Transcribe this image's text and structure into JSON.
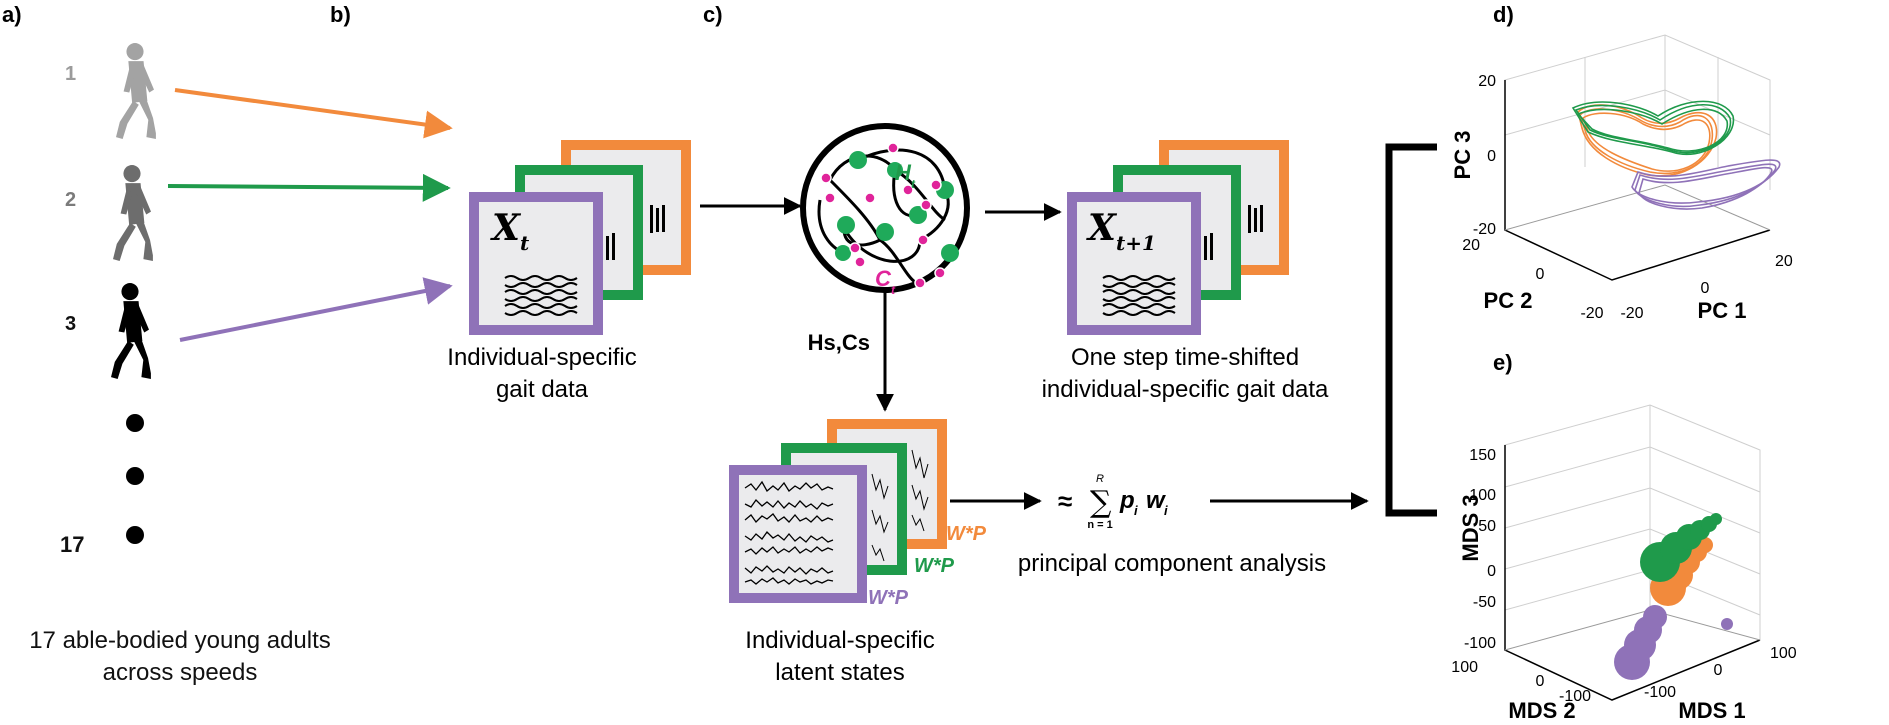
{
  "panels": {
    "a": "a)",
    "b": "b)",
    "c": "c)",
    "d": "d)",
    "e": "e)"
  },
  "subjects": {
    "labels": [
      "1",
      "2",
      "3"
    ],
    "last_label": "17",
    "caption_line1": "17 able-bodied young adults",
    "caption_line2": "across speeds"
  },
  "gait": {
    "caption_line1": "Individual-specific",
    "caption_line2": "gait data",
    "symbol_x": "X",
    "symbol_x_sub": "t"
  },
  "network": {
    "h_label": "H",
    "h_sub": "t",
    "c_label": "C",
    "c_sub": "t",
    "hs_cs": "Hs,Cs"
  },
  "shifted": {
    "caption_line1": "One step time-shifted",
    "caption_line2": "individual-specific gait data",
    "symbol_x": "X",
    "symbol_x_sub": "t+1"
  },
  "latent": {
    "caption_line1": "Individual-specific",
    "caption_line2": "latent states",
    "wp_labels": [
      "W*P",
      "W*P",
      "W*P"
    ]
  },
  "pca": {
    "approx": "≈",
    "sum": "∑",
    "sum_top": "R",
    "sum_bottom": "n = 1",
    "p": "p",
    "p_sub": "i",
    "w": "w",
    "w_sub": "i",
    "caption": "principal component analysis"
  },
  "colors": {
    "orange": "#f28a3c",
    "green": "#1f9a4b",
    "purple": "#8f72b8",
    "magenta": "#e0249a",
    "node_green": "#1faa5a"
  },
  "chart_data": [
    {
      "type": "line3d",
      "xlabel": "PC 1",
      "ylabel": "PC 2",
      "zlabel": "PC 3",
      "x_ticks": [
        "-20",
        "0",
        "20"
      ],
      "y_ticks": [
        "-20",
        "0",
        "20"
      ],
      "z_ticks": [
        "-20",
        "0",
        "20"
      ],
      "xlim": [
        -20,
        20
      ],
      "ylim": [
        -20,
        20
      ],
      "zlim": [
        -20,
        20
      ],
      "grid": true,
      "series": [
        {
          "color": "#f28a3c"
        },
        {
          "color": "#1f9a4b"
        },
        {
          "color": "#8f72b8"
        }
      ]
    },
    {
      "type": "scatter3d",
      "xlabel": "MDS 1",
      "ylabel": "MDS 2",
      "zlabel": "MDS 3",
      "x_ticks": [
        "-100",
        "0",
        "100"
      ],
      "y_ticks": [
        "-100",
        "0",
        "100"
      ],
      "z_ticks": [
        "-100",
        "-50",
        "0",
        "50",
        "100",
        "150"
      ],
      "zlim": [
        -100,
        150
      ],
      "grid": true,
      "series": [
        {
          "color": "#1f9a4b"
        },
        {
          "color": "#f28a3c"
        },
        {
          "color": "#8f72b8"
        }
      ]
    }
  ]
}
